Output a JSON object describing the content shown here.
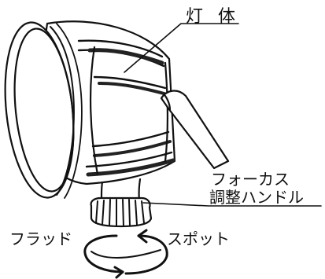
{
  "labels": {
    "lamp_body": "灯 体",
    "focus_handle_line1": "フォーカス",
    "focus_handle_line2": "調整ハンドル",
    "flood": "フラッド",
    "spot": "スポット"
  },
  "colors": {
    "ink": "#111111",
    "background": "#ffffff"
  }
}
